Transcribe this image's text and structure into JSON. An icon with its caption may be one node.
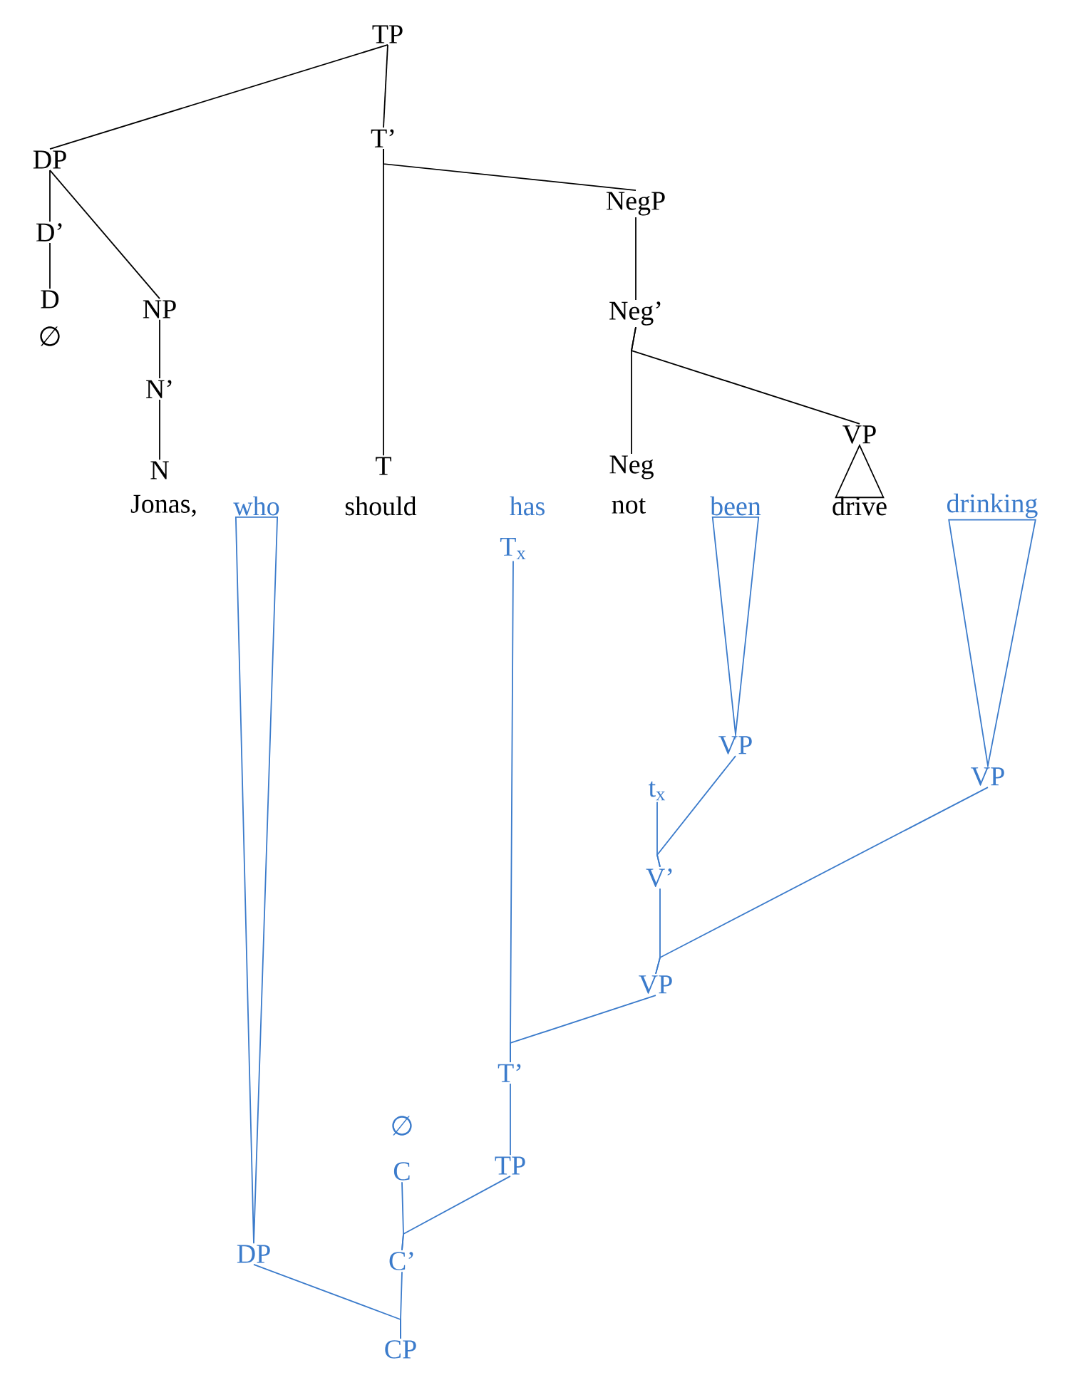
{
  "diagram": {
    "nodes": [
      {
        "text": [
          "TP"
        ]
      },
      {
        "text": [
          "DP"
        ]
      },
      {
        "text": [
          "T’"
        ]
      },
      {
        "text": [
          "NegP"
        ]
      },
      {
        "text": [
          "D’"
        ]
      },
      {
        "text": [
          "NP"
        ]
      },
      {
        "text": [
          "Neg’"
        ]
      },
      {
        "text": [
          "D"
        ]
      },
      {
        "text": [
          "∅"
        ]
      },
      {
        "text": [
          "N’"
        ]
      },
      {
        "text": [
          "VP"
        ]
      },
      {
        "text": [
          "N"
        ]
      },
      {
        "text": [
          "T"
        ]
      },
      {
        "text": [
          "Neg"
        ]
      },
      {
        "text": [
          "Jonas,"
        ]
      },
      {
        "text": [
          "who"
        ]
      },
      {
        "text": [
          "should"
        ]
      },
      {
        "text": [
          "has"
        ]
      },
      {
        "text": [
          "not"
        ]
      },
      {
        "text": [
          "been"
        ]
      },
      {
        "text": [
          "drive"
        ]
      },
      {
        "text": [
          "drinking"
        ]
      },
      {
        "text": [
          "T$_{x}$"
        ]
      },
      {
        "text": [
          "VP"
        ]
      },
      {
        "text": [
          "t$_{x}$"
        ]
      },
      {
        "text": [
          "VP"
        ]
      },
      {
        "text": [
          "V’"
        ]
      },
      {
        "text": [
          "VP"
        ]
      },
      {
        "text": [
          "T’"
        ]
      },
      {
        "text": [
          "∅"
        ]
      },
      {
        "text": [
          "C"
        ]
      },
      {
        "text": [
          "TP"
        ]
      },
      {
        "text": [
          "DP"
        ]
      },
      {
        "text": [
          "C’"
        ]
      },
      {
        "text": [
          "CP"
        ]
      }
    ],
    "edges": [
      {
        "from": 0,
        "to": 1,
        "arrow": "none"
      },
      {
        "from": 0,
        "to": 2,
        "arrow": "none"
      },
      {
        "from": 1,
        "to": 4,
        "arrow": "none"
      },
      {
        "from": 1,
        "to": 5,
        "arrow": "none"
      },
      {
        "from": 4,
        "to": 7,
        "arrow": "none"
      },
      {
        "from": 5,
        "to": 9,
        "arrow": "none"
      },
      {
        "from": 9,
        "to": 11,
        "arrow": "none"
      },
      {
        "from": 2,
        "to": 12,
        "arrow": "none"
      },
      {
        "from": 2,
        "to": 3,
        "arrow": "none"
      },
      {
        "from": 3,
        "to": 6,
        "arrow": "none"
      },
      {
        "from": 6,
        "to": 13,
        "arrow": "none"
      },
      {
        "from": 6,
        "to": 10,
        "arrow": "none"
      },
      {
        "from": 10,
        "to": 20,
        "arrow": "none"
      },
      {
        "from": 32,
        "to": 15,
        "arrow": "none",
        "color": "#3b7bcb"
      },
      {
        "from": 23,
        "to": 19,
        "arrow": "none",
        "color": "#3b7bcb"
      },
      {
        "from": 25,
        "to": 21,
        "arrow": "none",
        "color": "#3b7bcb"
      },
      {
        "from": 26,
        "to": 24,
        "arrow": "none",
        "color": "#3b7bcb"
      },
      {
        "from": 26,
        "to": 23,
        "arrow": "none",
        "color": "#3b7bcb"
      },
      {
        "from": 27,
        "to": 26,
        "arrow": "none",
        "color": "#3b7bcb"
      },
      {
        "from": 27,
        "to": 25,
        "arrow": "none",
        "color": "#3b7bcb"
      },
      {
        "from": 28,
        "to": 22,
        "arrow": "none",
        "color": "#3b7bcb"
      },
      {
        "from": 28,
        "to": 27,
        "arrow": "none",
        "color": "#3b7bcb"
      },
      {
        "from": 31,
        "to": 28,
        "arrow": "none",
        "color": "#3b7bcb"
      },
      {
        "from": 33,
        "to": 30,
        "arrow": "none",
        "color": "#3b7bcb"
      },
      {
        "from": 33,
        "to": 31,
        "arrow": "none",
        "color": "#3b7bcb"
      },
      {
        "from": 34,
        "to": 32,
        "arrow": "none",
        "color": "#3b7bcb"
      },
      {
        "from": 34,
        "to": 33,
        "arrow": "none",
        "color": "#3b7bcb"
      }
    ]
  }
}
